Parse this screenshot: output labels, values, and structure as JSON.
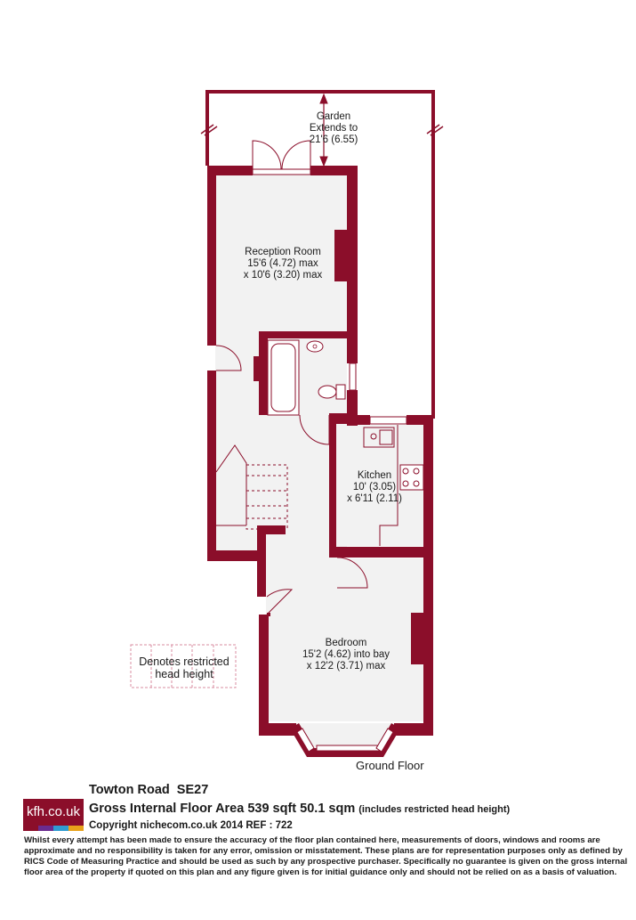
{
  "rooms": {
    "garden": [
      "Garden",
      "Extends to",
      "21'6 (6.55)"
    ],
    "reception": [
      "Reception Room",
      "15'6 (4.72) max",
      "x 10'6 (3.20) max"
    ],
    "kitchen": [
      "Kitchen",
      "10' (3.05)",
      "x 6'11 (2.11)"
    ],
    "bedroom": [
      "Bedroom",
      "15'2 (4.62) into bay",
      "x 12'2 (3.71) max"
    ]
  },
  "floor_label": "Ground Floor",
  "legend": [
    "Denotes restricted",
    "head height"
  ],
  "footer": {
    "logo": "kfh.co.uk",
    "logo_stripe_colors": [
      "#8b0e2a",
      "#6a2c8f",
      "#2f9bd1",
      "#e8a21b"
    ],
    "title": "Towton Road  SE27",
    "area": "Gross Internal Floor Area 539 sqft 50.1 sqm",
    "area_note": "(includes restricted head height)",
    "copyright": "Copyright nichecom.co.uk 2014 REF : 722",
    "disclaimer": "Whilst every attempt has been made to ensure the accuracy of the floor plan contained here, measurements of doors, windows and rooms are approximate and no responsibility is taken for any error, omission or misstatement.  These plans are for representation purposes only as defined by RICS Code of Measuring Practice and should be used as such by any prospective purchaser.  Specifically no guarantee is given on the gross internal floor area of the property if quoted on this plan and any figure given is for initial guidance only and should not be relied on as a basis of valuation."
  },
  "colors": {
    "wall": "#8b0e2a",
    "floor": "#f2f2f2",
    "fixture_line": "#8b0e2a"
  }
}
